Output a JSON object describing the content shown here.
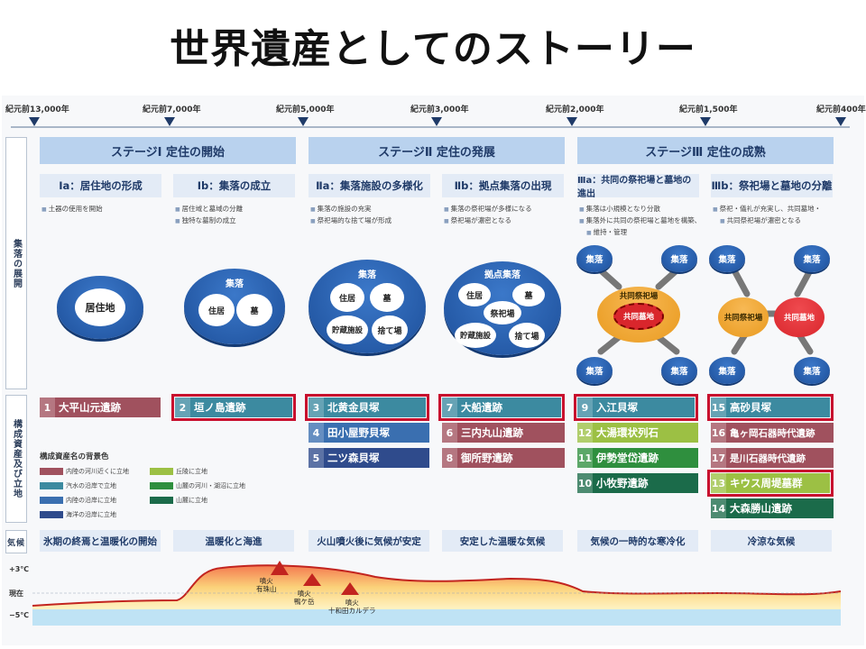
{
  "title": "世界遺産としてのストーリー",
  "timeline": [
    "紀元前13,000年",
    "紀元前7,000年",
    "紀元前5,000年",
    "紀元前3,000年",
    "紀元前2,000年",
    "紀元前1,500年",
    "紀元前400年"
  ],
  "side_labels": [
    "集落の展開",
    "構成資産及び立地",
    "気候"
  ],
  "stages": [
    "ステージⅠ 定住の開始",
    "ステージⅡ 定住の発展",
    "ステージⅢ 定住の成熟"
  ],
  "substages": [
    "Ⅰa：居住地の形成",
    "Ⅰb：集落の成立",
    "Ⅱa：集落施設の多様化",
    "Ⅱb：拠点集落の出現",
    "Ⅲa：共同の祭祀場と墓地の進出",
    "Ⅲb：祭祀場と墓地の分離"
  ],
  "notes": [
    [
      "土器の使用を開始"
    ],
    [
      "居住域と墓域の分離",
      "独特な墓制の成立"
    ],
    [
      "集落の施設の充実",
      "祭祀場的な捨て場が形成"
    ],
    [
      "集落の祭祀場が多様になる",
      "祭祀場が濃密となる"
    ],
    [
      "集落は小規模となり分散",
      "集落外に共同の祭祀場と墓地を構築、",
      "維持・管理"
    ],
    [
      "祭祀・儀礼が充実し、共同墓地・",
      "共同祭祀場が濃密となる"
    ]
  ],
  "diagrams": {
    "kyojuchi": "居住地",
    "shuraku": "集落",
    "jukyo": "住居",
    "haka": "墓",
    "chozo": "貯蔵施設",
    "sutebaba": "捨て場",
    "kyoten": "拠点集落",
    "saishijo": "祭祀場",
    "kyodo_saishijo": "共同祭祀場",
    "kyodo_bochi": "共同墓地"
  },
  "sites": [
    {
      "num": "1",
      "name": "大平山元遺跡"
    },
    {
      "num": "2",
      "name": "垣ノ島遺跡"
    },
    {
      "num": "3",
      "name": "北黄金貝塚"
    },
    {
      "num": "4",
      "name": "田小屋野貝塚"
    },
    {
      "num": "5",
      "name": "二ツ森貝塚"
    },
    {
      "num": "7",
      "name": "大船遺跡"
    },
    {
      "num": "6",
      "name": "三内丸山遺跡"
    },
    {
      "num": "8",
      "name": "御所野遺跡"
    },
    {
      "num": "9",
      "name": "入江貝塚"
    },
    {
      "num": "12",
      "name": "大湯環状列石"
    },
    {
      "num": "11",
      "name": "伊勢堂岱遺跡"
    },
    {
      "num": "10",
      "name": "小牧野遺跡"
    },
    {
      "num": "15",
      "name": "高砂貝塚"
    },
    {
      "num": "16",
      "name": "亀ヶ岡石器時代遺跡"
    },
    {
      "num": "17",
      "name": "是川石器時代遺跡"
    },
    {
      "num": "13",
      "name": "キウス周堤墓群"
    },
    {
      "num": "14",
      "name": "大森勝山遺跡"
    }
  ],
  "legend": {
    "title": "構成資産名の背景色",
    "items": [
      "内陸の河川近くに立地",
      "汽水の沿岸で立地",
      "内陸の沿岸に立地",
      "海洋の沿岸に立地",
      "丘陵に立地",
      "山麓の河川・湖沼に立地",
      "山麓に立地"
    ]
  },
  "climate": [
    "氷期の終焉と温暖化の開始",
    "温暖化と海進",
    "火山噴火後に気候が安定",
    "安定した温暖な気候",
    "気候の一時的な寒冷化",
    "冷涼な気候"
  ],
  "temp_labels": [
    "+3℃",
    "現在",
    "−5℃"
  ],
  "volcanoes": [
    {
      "l1": "噴火",
      "l2": "有珠山"
    },
    {
      "l1": "噴火",
      "l2": "鴨ケ岳"
    },
    {
      "l1": "噴火",
      "l2": "十和田カルデラ"
    }
  ],
  "colors": {
    "river": "#a0515e",
    "brackish": "#3c8aa0",
    "inland": "#3a6fb0",
    "coast": "#2f4b8c",
    "hill": "#9cc044",
    "mountain_river": "#2f8f3e",
    "mountain": "#1b6b4a",
    "highlight": "#c8102e"
  }
}
